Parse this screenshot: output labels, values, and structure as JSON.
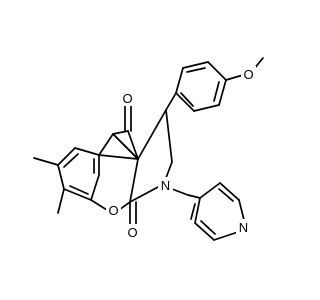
{
  "structure": {
    "atoms": [
      {
        "id": "o_methoxy",
        "label": "O",
        "color": "#FF0000"
      },
      {
        "id": "o_ketone",
        "label": "O",
        "color": "#FF0000"
      },
      {
        "id": "o_ring",
        "label": "O",
        "color": "#FF0000"
      },
      {
        "id": "o_lactam",
        "label": "O",
        "color": "#FF0000"
      },
      {
        "id": "n_lactam",
        "label": "N",
        "color": "#0000FF"
      },
      {
        "id": "n_pyridine",
        "label": "N",
        "color": "#0000FF"
      }
    ]
  }
}
